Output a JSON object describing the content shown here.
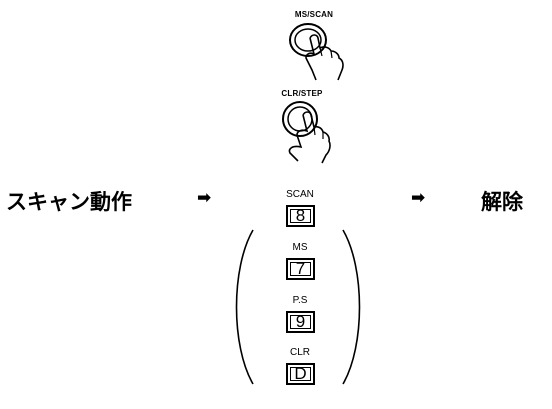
{
  "top_buttons": [
    {
      "label": "MS/SCAN"
    },
    {
      "label": "CLR/STEP"
    }
  ],
  "flow": {
    "start_label": "スキャン動作",
    "arrow": "➡",
    "end_label": "解除"
  },
  "keys": [
    {
      "caption": "SCAN",
      "key": "8"
    },
    {
      "caption": "MS",
      "key": "7"
    },
    {
      "caption": "P.S",
      "key": "9"
    },
    {
      "caption": "CLR",
      "key": "D"
    }
  ]
}
